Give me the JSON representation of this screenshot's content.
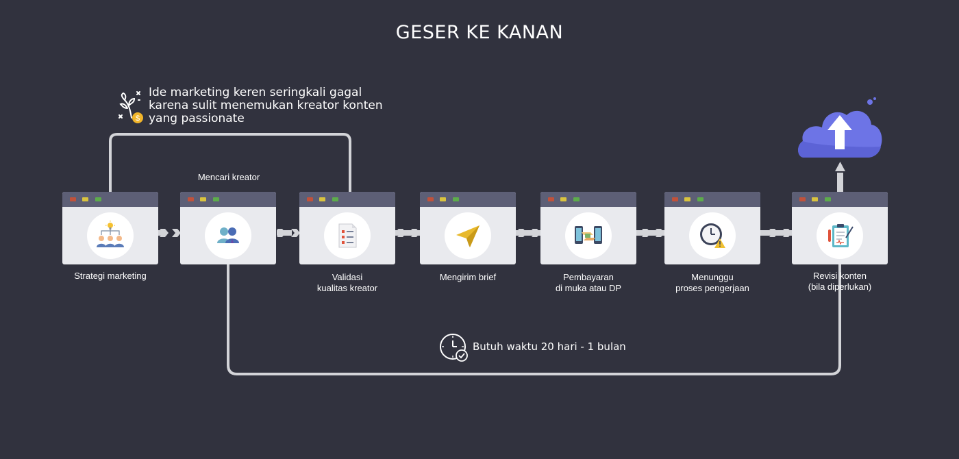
{
  "header": {
    "title": "GESER KE KANAN"
  },
  "note": {
    "lines": [
      "Ide marketing keren seringkali gagal",
      "karena sulit menemukan kreator konten",
      "yang passionate"
    ]
  },
  "steps": [
    {
      "id": "strategi",
      "label_lines": [
        "Strategi marketing"
      ],
      "icon": "team-idea-icon"
    },
    {
      "id": "mencari",
      "label_lines": [
        "Mencari kreator"
      ],
      "icon": "people-icon"
    },
    {
      "id": "validasi",
      "label_lines": [
        "Validasi",
        "kualitas kreator"
      ],
      "icon": "checklist-icon"
    },
    {
      "id": "brief",
      "label_lines": [
        "Mengirim brief"
      ],
      "icon": "paper-plane-icon"
    },
    {
      "id": "pembayaran",
      "label_lines": [
        "Pembayaran",
        "di muka atau DP"
      ],
      "icon": "phone-transfer-icon"
    },
    {
      "id": "menunggu",
      "label_lines": [
        "Menunggu",
        "proses pengerjaan"
      ],
      "icon": "clock-warning-icon"
    },
    {
      "id": "revisi",
      "label_lines": [
        "Revisi konten",
        "(bila diperlukan)"
      ],
      "icon": "medical-report-icon"
    }
  ],
  "duration": {
    "text": "Butuh waktu 20 hari - 1 bulan",
    "icon": "clock-check-icon"
  },
  "upload": {
    "icon": "cloud-upload-icon"
  },
  "colors": {
    "background": "#31323e",
    "card": "#e9eaee",
    "card_bar": "#5d5f76",
    "connector": "#d3d4d8",
    "cloud": "#6d74e6"
  }
}
